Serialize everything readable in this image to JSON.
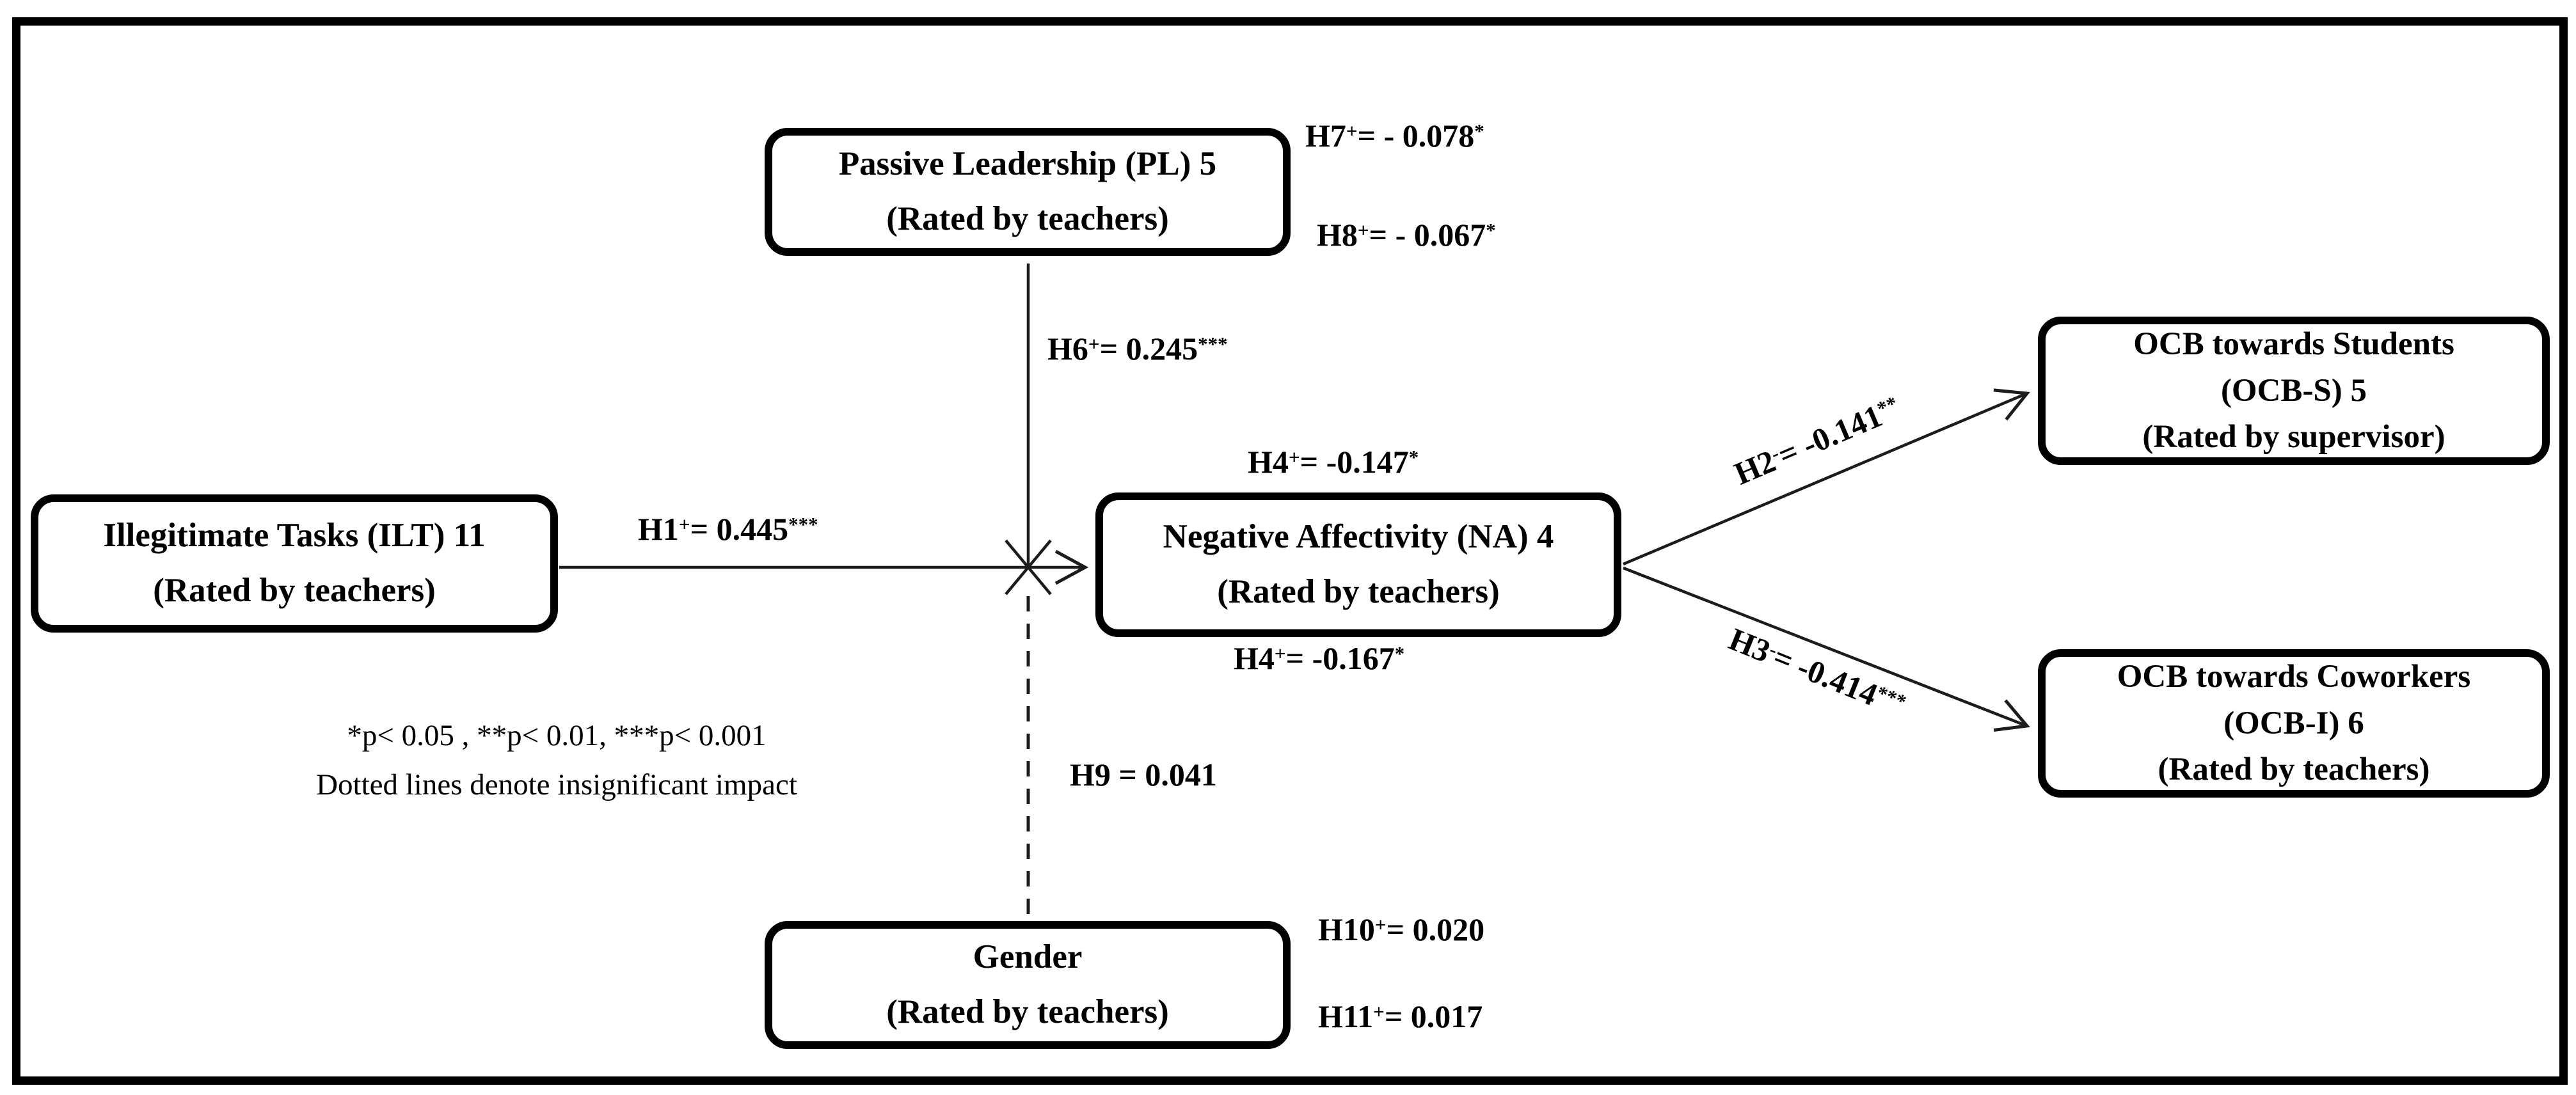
{
  "figure": {
    "colors": {
      "ink": "#000000",
      "line": "#1c1c1c",
      "background": "#ffffff"
    },
    "nodes": {
      "passive_leadership": {
        "lines": [
          "Passive Leadership (PL) 5",
          "(Rated by teachers)"
        ]
      },
      "illegitimate_tasks": {
        "lines": [
          "Illegitimate Tasks (ILT) 11",
          "(Rated by teachers)"
        ]
      },
      "negative_affectivity": {
        "lines": [
          "Negative Affectivity (NA) 4",
          "(Rated by teachers)"
        ]
      },
      "ocb_students": {
        "lines": [
          "OCB towards Students",
          "(OCB-S) 5",
          "(Rated by supervisor)"
        ]
      },
      "ocb_coworkers": {
        "lines": [
          "OCB towards Coworkers",
          "(OCB-I) 6",
          "(Rated by teachers)"
        ]
      },
      "gender": {
        "lines": [
          "Gender",
          "(Rated by teachers)"
        ]
      }
    },
    "paths": {
      "h1": {
        "parts": [
          [
            "t",
            "H1"
          ],
          [
            "s",
            "+"
          ],
          [
            "t",
            "= 0.445"
          ],
          [
            "s",
            "***"
          ]
        ]
      },
      "h2": {
        "parts": [
          [
            "t",
            "H2"
          ],
          [
            "s",
            "-"
          ],
          [
            "t",
            "= -0.141"
          ],
          [
            "s",
            "**"
          ]
        ]
      },
      "h3": {
        "parts": [
          [
            "t",
            "H3"
          ],
          [
            "s",
            "-"
          ],
          [
            "t",
            "= -0.414"
          ],
          [
            "s",
            "***"
          ]
        ]
      },
      "h4_top": {
        "parts": [
          [
            "t",
            "H4"
          ],
          [
            "s",
            "+"
          ],
          [
            "t",
            "= -0.147"
          ],
          [
            "s",
            "*"
          ]
        ]
      },
      "h4_bottom": {
        "parts": [
          [
            "t",
            "H4"
          ],
          [
            "s",
            "+"
          ],
          [
            "t",
            "= -0.167"
          ],
          [
            "s",
            "*"
          ]
        ]
      },
      "h6": {
        "parts": [
          [
            "t",
            "H6"
          ],
          [
            "s",
            "+"
          ],
          [
            "t",
            "= 0.245"
          ],
          [
            "s",
            "***"
          ]
        ]
      },
      "h7": {
        "parts": [
          [
            "t",
            "H7"
          ],
          [
            "s",
            "+"
          ],
          [
            "t",
            "= - 0.078"
          ],
          [
            "s",
            "*"
          ]
        ]
      },
      "h8": {
        "parts": [
          [
            "t",
            "H8"
          ],
          [
            "s",
            "+"
          ],
          [
            "t",
            "= - 0.067"
          ],
          [
            "s",
            "*"
          ]
        ]
      },
      "h9": {
        "parts": [
          [
            "t",
            "H9 = 0.041"
          ]
        ]
      },
      "h10": {
        "parts": [
          [
            "t",
            "H10"
          ],
          [
            "s",
            "+"
          ],
          [
            "t",
            "= 0.020"
          ]
        ]
      },
      "h11": {
        "parts": [
          [
            "t",
            "H11"
          ],
          [
            "s",
            "+"
          ],
          [
            "t",
            "= 0.017"
          ]
        ]
      }
    },
    "notes": {
      "significance": "*p< 0.05 , **p< 0.01, ***p< 0.001",
      "dotted": "Dotted lines denote insignificant impact"
    }
  }
}
